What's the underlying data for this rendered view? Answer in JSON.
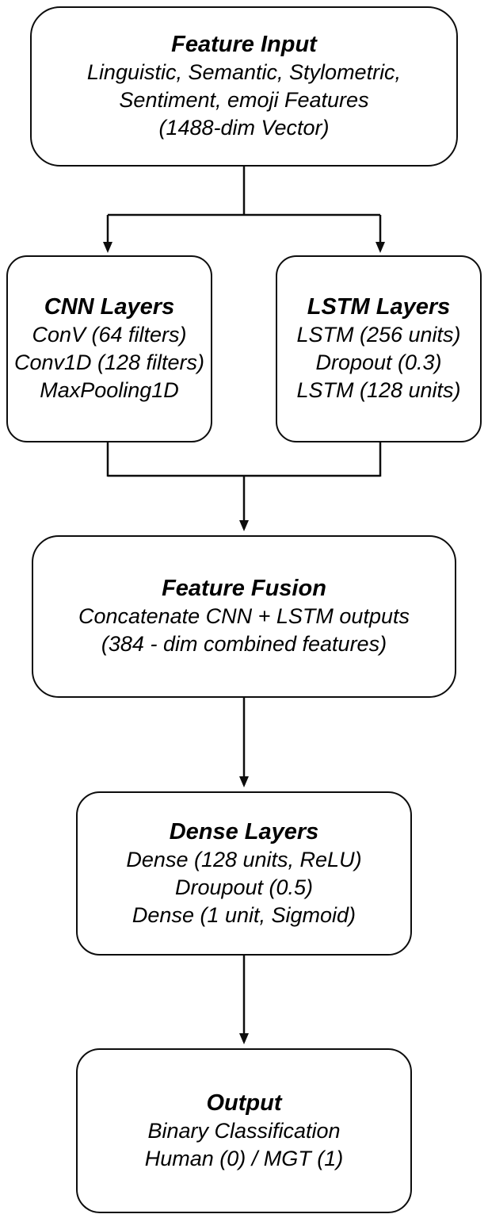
{
  "diagram": {
    "nodes": {
      "feature_input": {
        "title": "Feature Input",
        "lines": [
          "Linguistic, Semantic, Stylometric,",
          "Sentiment, emoji Features",
          "(1488-dim Vector)"
        ]
      },
      "cnn_layers": {
        "title": "CNN Layers",
        "lines": [
          "ConV (64 filters)",
          "Conv1D (128 filters)",
          "MaxPooling1D"
        ]
      },
      "lstm_layers": {
        "title": "LSTM Layers",
        "lines": [
          "LSTM (256 units)",
          "Dropout (0.3)",
          "LSTM (128 units)"
        ]
      },
      "feature_fusion": {
        "title": "Feature Fusion",
        "lines": [
          "Concatenate CNN + LSTM outputs",
          "(384 - dim combined features)"
        ]
      },
      "dense_layers": {
        "title": "Dense Layers",
        "lines": [
          "Dense (128 units, ReLU)",
          "Droupout (0.5)",
          "Dense (1 unit, Sigmoid)"
        ]
      },
      "output": {
        "title": "Output",
        "lines": [
          "Binary Classification",
          "Human (0) / MGT (1)"
        ]
      }
    },
    "colors": {
      "stroke": "#0d0d0d",
      "background": "#ffffff"
    }
  }
}
